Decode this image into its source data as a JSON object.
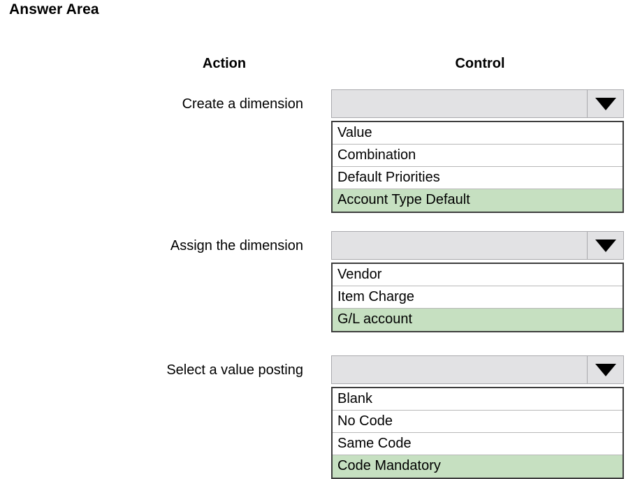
{
  "page": {
    "title": "Answer Area"
  },
  "headers": {
    "action": "Action",
    "control": "Control"
  },
  "icons": {
    "dropdown_arrow": "chevron-down-icon"
  },
  "colors": {
    "selected_row_background": "#c6e0c1",
    "combo_background": "#e2e2e4",
    "list_border": "#3d3d3d",
    "row_separator": "#b8b8b8",
    "text": "#000000",
    "page_background": "#ffffff"
  },
  "rows": [
    {
      "action_label": "Create a dimension",
      "combo": {
        "value": "",
        "placeholder": ""
      },
      "options": [
        {
          "label": "Value",
          "selected": false
        },
        {
          "label": "Combination",
          "selected": false
        },
        {
          "label": "Default Priorities",
          "selected": false
        },
        {
          "label": "Account Type Default",
          "selected": true
        }
      ]
    },
    {
      "action_label": "Assign the dimension",
      "combo": {
        "value": "",
        "placeholder": ""
      },
      "options": [
        {
          "label": "Vendor",
          "selected": false
        },
        {
          "label": "Item Charge",
          "selected": false
        },
        {
          "label": "G/L account",
          "selected": true
        }
      ]
    },
    {
      "action_label": "Select a value posting",
      "combo": {
        "value": "",
        "placeholder": ""
      },
      "options": [
        {
          "label": "Blank",
          "selected": false
        },
        {
          "label": "No Code",
          "selected": false
        },
        {
          "label": "Same Code",
          "selected": false
        },
        {
          "label": "Code Mandatory",
          "selected": true
        }
      ]
    }
  ]
}
